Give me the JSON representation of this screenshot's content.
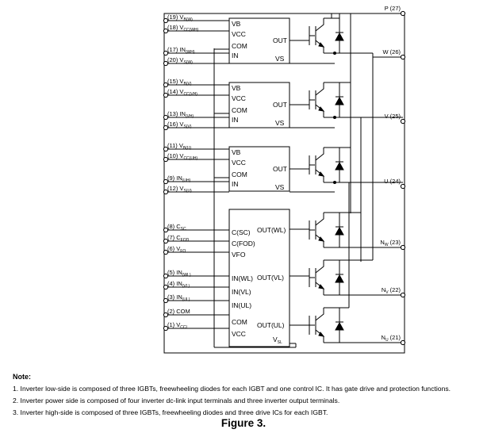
{
  "pins": [
    {
      "id": "p19",
      "num": "(19)",
      "base": "V",
      "sub": "B(W)"
    },
    {
      "id": "p18",
      "num": "(18)",
      "base": "V",
      "sub": "CC(WH)"
    },
    {
      "id": "p17",
      "num": "(17)",
      "base": "IN",
      "sub": "(WH)"
    },
    {
      "id": "p20",
      "num": "(20)",
      "base": "V",
      "sub": "S(W)"
    },
    {
      "id": "p15",
      "num": "(15)",
      "base": "V",
      "sub": "B(V)"
    },
    {
      "id": "p14",
      "num": "(14)",
      "base": "V",
      "sub": "CC(VH)"
    },
    {
      "id": "p13",
      "num": "(13)",
      "base": "IN",
      "sub": "(VH)"
    },
    {
      "id": "p16",
      "num": "(16)",
      "base": "V",
      "sub": "S(V)"
    },
    {
      "id": "p11",
      "num": "(11)",
      "base": "V",
      "sub": "B(U)"
    },
    {
      "id": "p10",
      "num": "(10)",
      "base": "V",
      "sub": "CC(UH)"
    },
    {
      "id": "p9",
      "num": "(9)",
      "base": "IN",
      "sub": "(UH)"
    },
    {
      "id": "p12",
      "num": "(12)",
      "base": "V",
      "sub": "S(U)"
    },
    {
      "id": "p8",
      "num": "(8)",
      "base": "C",
      "sub": "SC"
    },
    {
      "id": "p7",
      "num": "(7)",
      "base": "C",
      "sub": "FOD"
    },
    {
      "id": "p6",
      "num": "(6)",
      "base": "V",
      "sub": "FO"
    },
    {
      "id": "p5",
      "num": "(5)",
      "base": "IN",
      "sub": "(WL)"
    },
    {
      "id": "p4",
      "num": "(4)",
      "base": "IN",
      "sub": "(VL)"
    },
    {
      "id": "p3",
      "num": "(3)",
      "base": "IN",
      "sub": "(UL)"
    },
    {
      "id": "p2",
      "num": "(2)",
      "base": "COM",
      "sub": ""
    },
    {
      "id": "p1",
      "num": "(1)",
      "base": "V",
      "sub": "CCL"
    }
  ],
  "blocks": {
    "high_side_pins": [
      "VB",
      "VCC",
      "COM",
      "IN"
    ],
    "out": "OUT",
    "vs": "VS",
    "low_side_pins": [
      "C(SC)",
      "C(FOD)",
      "VFO",
      "IN(WL)",
      "IN(VL)",
      "IN(UL)",
      "COM",
      "VCC"
    ],
    "low_out_wl": "OUT(WL)",
    "low_out_vl": "OUT(VL)",
    "low_out_ul": "OUT(UL)",
    "low_vsl_base": "V",
    "low_vsl_sub": "SL"
  },
  "outputs": [
    {
      "id": "P",
      "base": "P",
      "sub": "",
      "num": "(27)"
    },
    {
      "id": "W",
      "base": "W",
      "sub": "",
      "num": "(26)"
    },
    {
      "id": "V",
      "base": "V",
      "sub": "",
      "num": "(25)"
    },
    {
      "id": "U",
      "base": "U",
      "sub": "",
      "num": "(24)"
    },
    {
      "id": "NW",
      "base": "N",
      "sub": "W",
      "num": "(23)"
    },
    {
      "id": "NV",
      "base": "N",
      "sub": "V",
      "num": "(22)"
    },
    {
      "id": "NU",
      "base": "N",
      "sub": "U",
      "num": "(21)"
    }
  ],
  "notes": {
    "title": "Note:",
    "items": [
      "1. Inverter low-side is composed of three IGBTs, freewheeling diodes for each IGBT and one control IC. It has gate drive and protection functions.",
      "2. Inverter power side is composed of four inverter dc-link input terminals and three inverter output terminals.",
      "3. Inverter high-side is composed of three IGBTs, freewheeling diodes and three drive ICs for each IGBT."
    ]
  },
  "figure_caption": "Figure 3."
}
